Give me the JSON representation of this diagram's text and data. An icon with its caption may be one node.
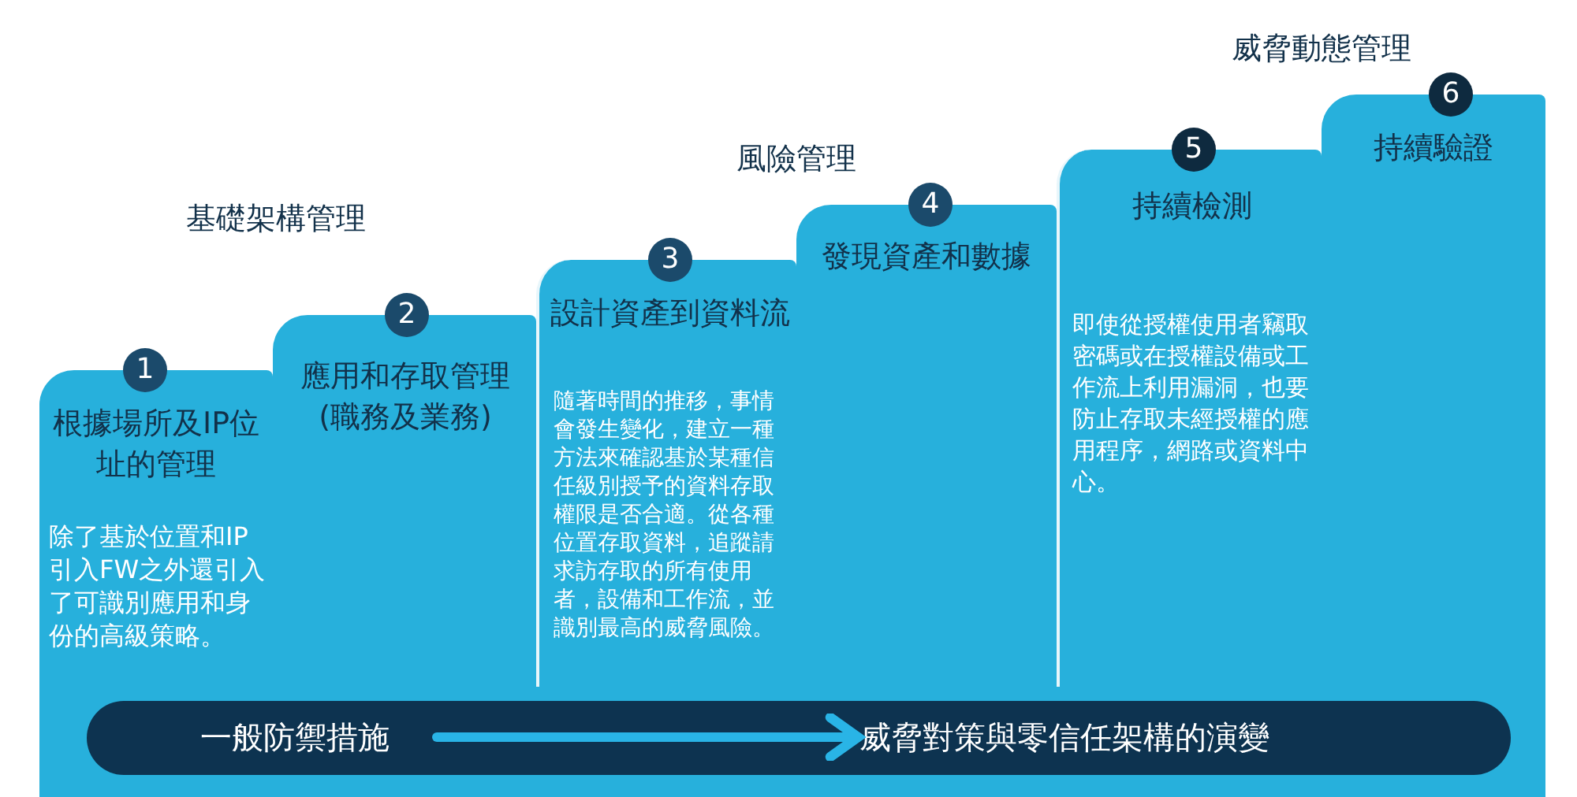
{
  "diagram": {
    "nodes": [
      {
        "text": [
          "1",
          "根據場所及IP位址的管理",
          "除了基於位置和IP引入FW之外還引入了可識別應用和身份的高級策略。"
        ]
      },
      {
        "text": [
          "2",
          "應用和存取管理(職務及業務)"
        ]
      },
      {
        "text": [
          "3",
          "設計資產到資料流",
          "隨著時間的推移，事情會發生變化，建立一種方法來確認基於某種信任級別授予的資料存取權限是否合適。從各種位置存取資料，追蹤請求訪存取的所有使用者，設備和工作流，並識別最高的威脅風險。"
        ]
      },
      {
        "text": [
          "4",
          "發現資產和數據"
        ]
      },
      {
        "text": [
          "5",
          "持續檢測",
          "即使從授權使用者竊取密碼或在授權設備或工作流上利用漏洞，也要防止存取未經授權的應用程序，網路或資料中心。"
        ]
      },
      {
        "text": [
          "6",
          "持續驗證"
        ]
      },
      {
        "text": [],
        "shape": "bar"
      },
      {
        "text": [
          "一般防禦措施"
        ],
        "in": 6
      },
      {
        "text": [
          "威脅對策與零信任架構的演變"
        ],
        "in": 6
      }
    ],
    "edges": [
      {
        "from": 7,
        "to": 8,
        "arrow": "to"
      }
    ],
    "labels": [
      "基礎架構管理",
      "風險管理",
      "威脅動態管理"
    ]
  }
}
